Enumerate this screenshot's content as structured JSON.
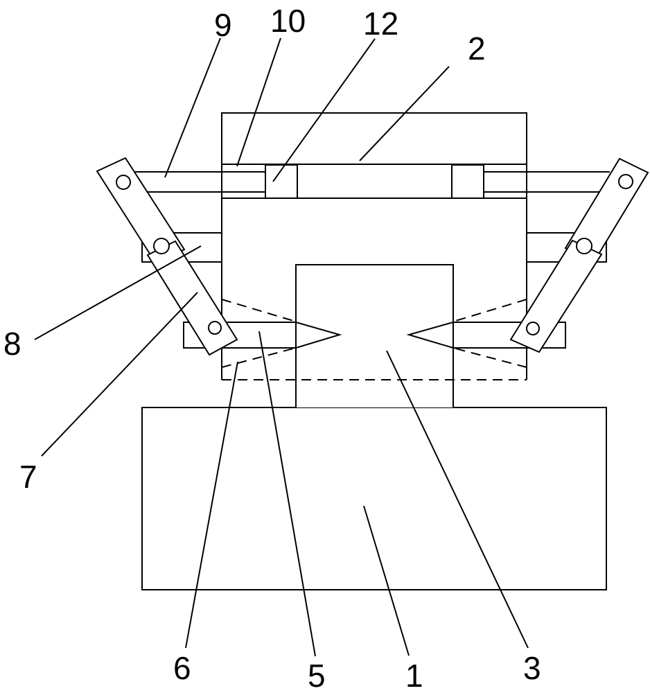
{
  "labels": {
    "base": "1",
    "upper_frame": "2",
    "center_column": "3",
    "knife": "5",
    "knife_holder": "6",
    "lower_link": "7",
    "pivot_bracket": "8",
    "rod": "9",
    "cylinder_rod": "10",
    "cylinder_body": "12"
  }
}
